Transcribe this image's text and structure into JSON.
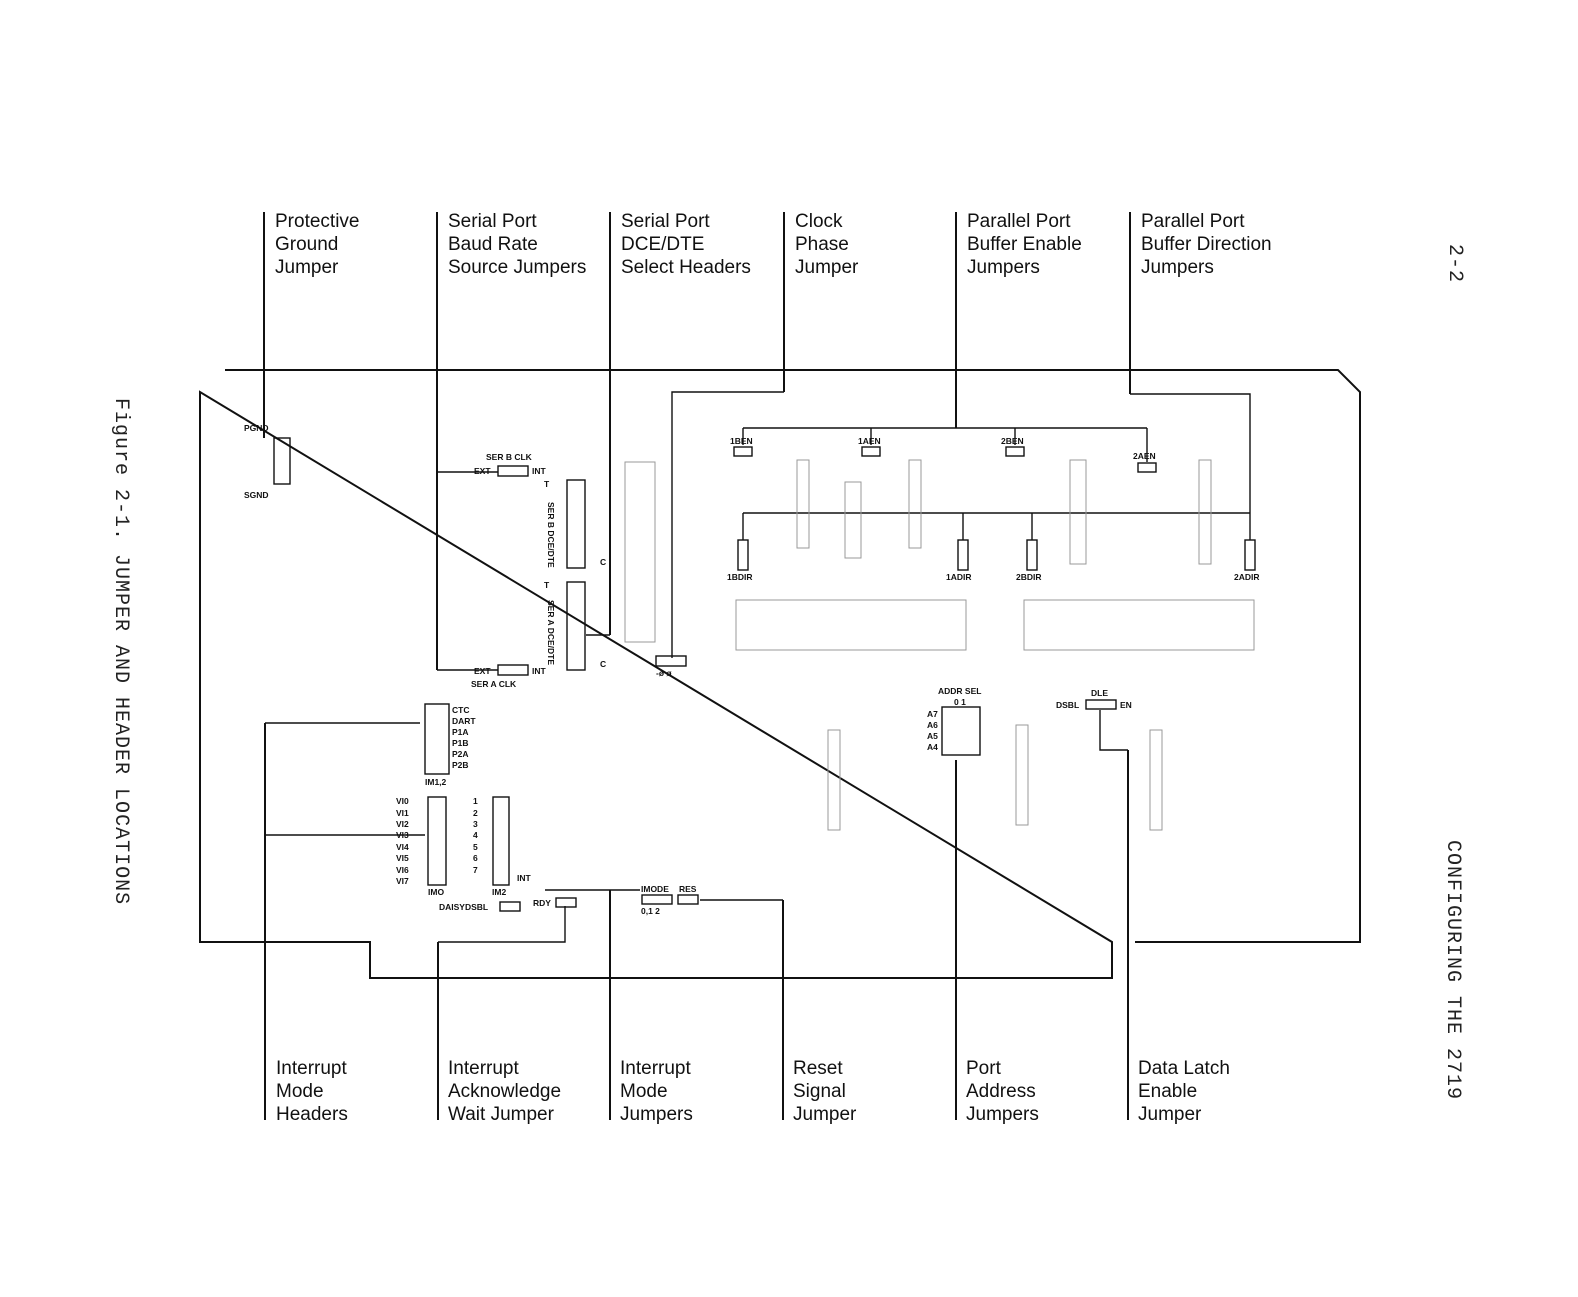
{
  "page_header": {
    "page_number": "2-2",
    "section": "CONFIGURING THE 2719"
  },
  "figure": {
    "caption": "Figure 2-1.  JUMPER AND HEADER LOCATIONS"
  },
  "callouts_top": [
    {
      "lines": [
        "Protective",
        "Ground",
        "Jumper"
      ]
    },
    {
      "lines": [
        "Serial Port",
        "Baud Rate",
        "Source Jumpers"
      ]
    },
    {
      "lines": [
        "Serial Port",
        "DCE/DTE",
        "Select Headers"
      ]
    },
    {
      "lines": [
        "Clock",
        "Phase",
        "Jumper"
      ]
    },
    {
      "lines": [
        "Parallel Port",
        "Buffer Enable",
        "Jumpers"
      ]
    },
    {
      "lines": [
        "Parallel Port",
        "Buffer Direction",
        "Jumpers"
      ]
    }
  ],
  "callouts_bottom": [
    {
      "lines": [
        "Interrupt",
        "Mode",
        "Headers"
      ]
    },
    {
      "lines": [
        "Interrupt",
        "Acknowledge",
        "Wait Jumper"
      ]
    },
    {
      "lines": [
        "Interrupt",
        "Mode",
        "Jumpers"
      ]
    },
    {
      "lines": [
        "Reset",
        "Signal",
        "Jumper"
      ]
    },
    {
      "lines": [
        "Port",
        "Address",
        "Jumpers"
      ]
    },
    {
      "lines": [
        "Data Latch",
        "Enable",
        "Jumper"
      ]
    }
  ],
  "board_labels": {
    "pgnd": "PGND",
    "sgnd": "SGND",
    "ser_b_clk": "SER B CLK",
    "ser_a_clk": "SER A CLK",
    "ext": "EXT",
    "int": "INT",
    "t": "T",
    "c": "C",
    "ser_b_dce": "SER B DCE/DTE",
    "ser_a_dce": "SER A DCE/DTE",
    "phase": "-ø ø",
    "b1en": "1BEN",
    "a1en": "1AEN",
    "b2en": "2BEN",
    "a2en": "2AEN",
    "b1dir": "1BDIR",
    "a1dir": "1ADIR",
    "b2dir": "2BDIR",
    "a2dir": "2ADIR",
    "im_ctc": "CTC",
    "im_dart": "DART",
    "im_p1a": "P1A",
    "im_p1b": "P1B",
    "im_p2a": "P2A",
    "im_p2b": "P2B",
    "im12": "IM1,2",
    "vi": [
      "VI0",
      "VI1",
      "VI2",
      "VI3",
      "VI4",
      "VI5",
      "VI6",
      "VI7"
    ],
    "nums": [
      "1",
      "2",
      "3",
      "4",
      "5",
      "6",
      "7"
    ],
    "imo": "IMO",
    "im2": "IM2",
    "int2": "INT",
    "daisy": "DAISYDSBL",
    "rdy": "RDY",
    "imode": "IMODE",
    "res": "RES",
    "imode_sel": "0,1 2",
    "addr_sel": "ADDR SEL",
    "addr_01": "0 1",
    "a7": "A7",
    "a6": "A6",
    "a5": "A5",
    "a4": "A4",
    "dle": "DLE",
    "dsbl": "DSBL",
    "en": "EN"
  }
}
